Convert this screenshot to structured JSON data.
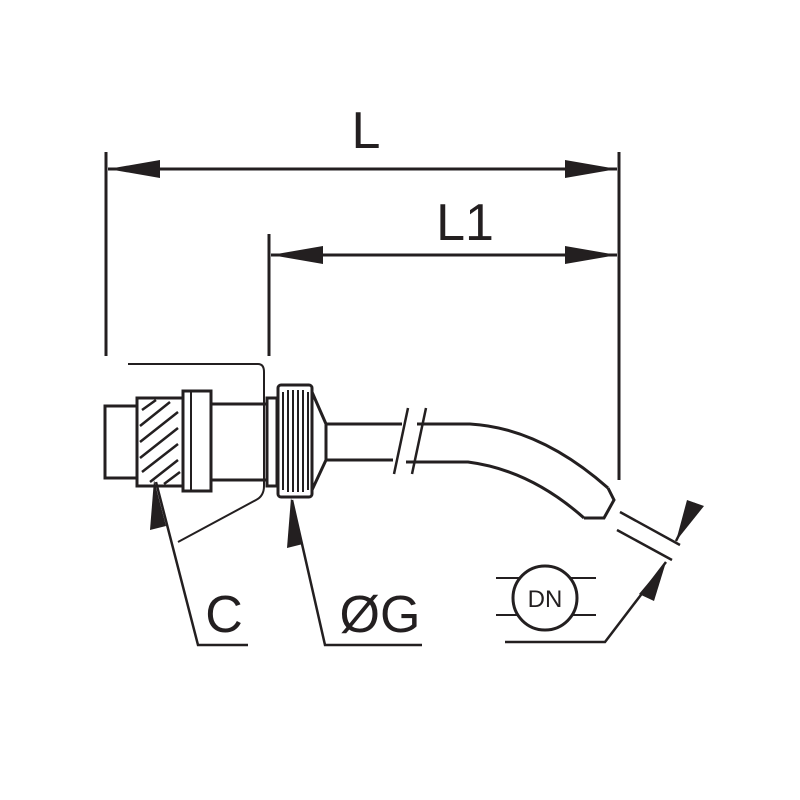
{
  "dimensions": {
    "overall_length": "L",
    "partial_length": "L1",
    "thread": "C",
    "outer_diameter": "ØG",
    "nominal_diameter": "DN"
  },
  "colors": {
    "ink": "#231f20",
    "background": "#ffffff"
  }
}
